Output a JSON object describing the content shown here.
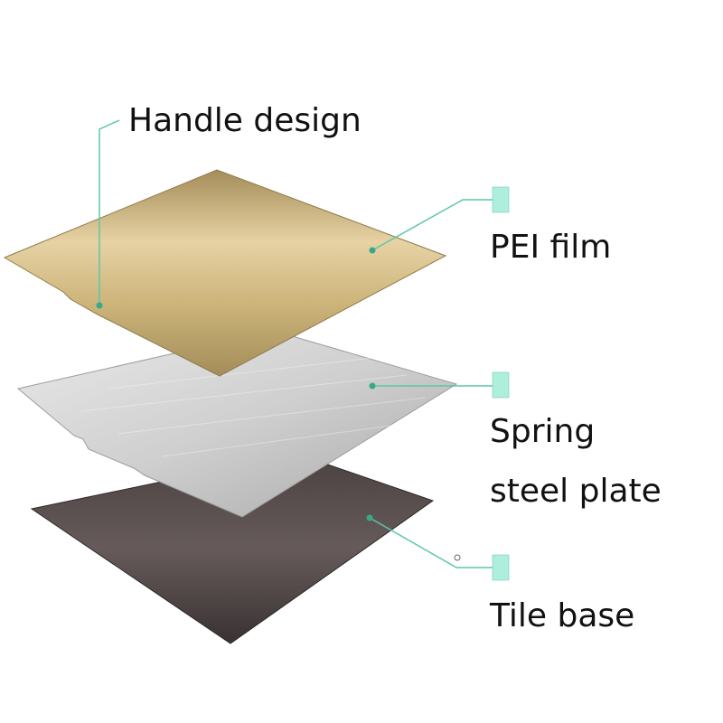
{
  "labels": {
    "handle_design": "Handle design",
    "pei_film": "PEI film",
    "spring_line1": "Spring",
    "spring_line2": "steel plate",
    "tile_base": "Tile base"
  },
  "colors": {
    "leader_line": "#5cc6a8",
    "marker_fill": "#aeeedd",
    "pei_light": "#e7d2a4",
    "pei_dark": "#a48d59",
    "steel_light": "#e6e6e6",
    "steel_dark": "#a7a7a7",
    "tile_light": "#665b5a",
    "tile_dark": "#393232"
  }
}
